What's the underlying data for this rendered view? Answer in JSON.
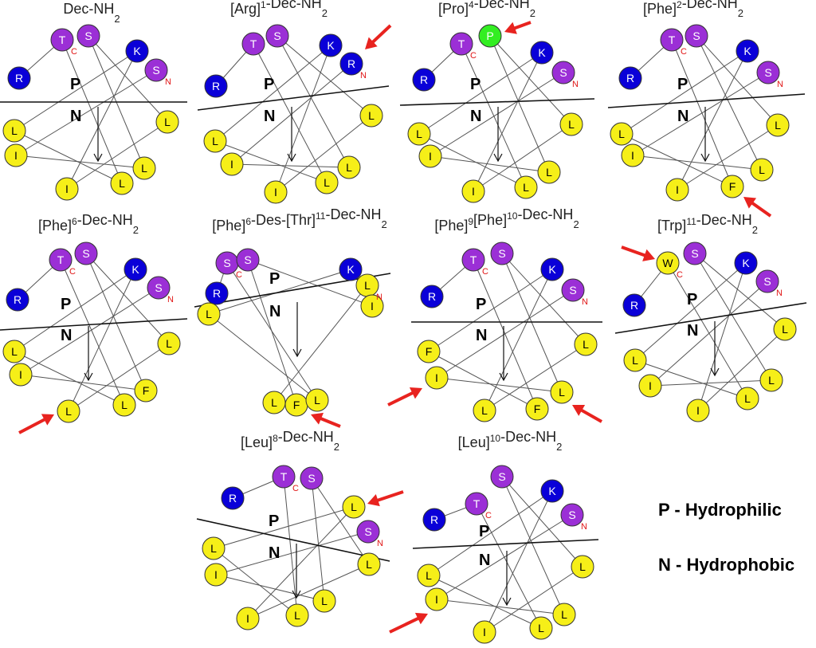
{
  "colors": {
    "basic": "#0a00d8",
    "polar": "#9b2fd6",
    "hydrophobic": "#f6ef18",
    "proline": "#33ee22",
    "arrow": "#e8231f",
    "terminal_label": "#e01515",
    "line": "#555555"
  },
  "panels": [
    {
      "title": "Dec-NH",
      "title_sup": "",
      "title_rest": "",
      "title_sub": "2",
      "residues": [
        "T",
        "S",
        "K",
        "S",
        "R",
        "L",
        "L",
        "I",
        "L",
        "L",
        "I"
      ],
      "terminals": {
        "C": "T",
        "N": "S"
      },
      "hemisphere_top": "P",
      "hemisphere_bottom": "N"
    },
    {
      "title": "[Arg]",
      "title_sup": "1",
      "title_rest": "-Dec-NH",
      "title_sub": "2",
      "residues": [
        "T",
        "S",
        "K",
        "R",
        "R",
        "L",
        "L",
        "I",
        "L",
        "L",
        "I"
      ],
      "terminals": {
        "N": "R"
      },
      "hemisphere_top": "P",
      "hemisphere_bottom": "N"
    },
    {
      "title": "[Pro]",
      "title_sup": "4",
      "title_rest": "-Dec-NH",
      "title_sub": "2",
      "residues": [
        "T",
        "P",
        "K",
        "S",
        "R",
        "L",
        "L",
        "I",
        "L",
        "L",
        "I"
      ],
      "terminals": {
        "C": "T",
        "N": "S"
      },
      "hemisphere_top": "P",
      "hemisphere_bottom": "N"
    },
    {
      "title": "[Phe]",
      "title_sup": "2",
      "title_rest": "-Dec-NH",
      "title_sub": "2",
      "residues": [
        "T",
        "S",
        "K",
        "S",
        "R",
        "L",
        "L",
        "I",
        "L",
        "F",
        "I"
      ],
      "terminals": {
        "C": "T",
        "N": "S"
      },
      "hemisphere_top": "P",
      "hemisphere_bottom": "N"
    },
    {
      "title": "[Phe]",
      "title_sup": "6",
      "title_rest": "-Dec-NH",
      "title_sub": "2",
      "residues": [
        "T",
        "S",
        "K",
        "S",
        "R",
        "L",
        "L",
        "I",
        "F",
        "L",
        "L"
      ],
      "terminals": {
        "C": "T",
        "N": "S"
      },
      "hemisphere_top": "P",
      "hemisphere_bottom": "N"
    },
    {
      "title": "[Phe]",
      "title_sup": "6",
      "title_rest": "-Des-[Thr]",
      "title_sup2": "11",
      "title_rest2": "-Dec-NH",
      "title_sub": "2",
      "residues": [
        "S",
        "S",
        "K",
        "L",
        "R",
        "I",
        "L",
        "L",
        "F",
        "L"
      ],
      "terminals": {
        "N": "S",
        "C": "I"
      },
      "hemisphere_top": "P",
      "hemisphere_bottom": "N"
    },
    {
      "title": "[Phe]",
      "title_sup": "9",
      "title_rest": "[Phe]",
      "title_sup2": "10",
      "title_rest2": "-Dec-NH",
      "title_sub": "2",
      "residues": [
        "T",
        "S",
        "K",
        "S",
        "R",
        "L",
        "F",
        "I",
        "L",
        "F",
        "L"
      ],
      "terminals": {
        "C": "T",
        "N": "S"
      },
      "hemisphere_top": "P",
      "hemisphere_bottom": "N"
    },
    {
      "title": "[Trp]",
      "title_sup": "11",
      "title_rest": "-Dec-NH",
      "title_sub": "2",
      "residues": [
        "W",
        "S",
        "K",
        "S",
        "R",
        "L",
        "L",
        "I",
        "L",
        "L",
        "I"
      ],
      "terminals": {
        "C": "W",
        "N": "S"
      },
      "hemisphere_top": "P",
      "hemisphere_bottom": "N"
    },
    {
      "title": "[Leu]",
      "title_sup": "8",
      "title_rest": "-Dec-NH",
      "title_sub": "2",
      "residues": [
        "T",
        "S",
        "L",
        "S",
        "R",
        "L",
        "L",
        "I",
        "L",
        "L",
        "I"
      ],
      "terminals": {
        "C": "T",
        "N": "S"
      },
      "hemisphere_top": "P",
      "hemisphere_bottom": "N"
    },
    {
      "title": "[Leu]",
      "title_sup": "10",
      "title_rest": "-Dec-NH",
      "title_sub": "2",
      "residues": [
        "T",
        "S",
        "K",
        "S",
        "R",
        "L",
        "L",
        "I",
        "L",
        "L",
        "I"
      ],
      "terminals": {
        "C": "T",
        "N": "S"
      },
      "hemisphere_top": "P",
      "hemisphere_bottom": "N"
    }
  ],
  "legend": {
    "p_line": "P - Hydrophilic",
    "n_line": "N - Hydrophobic"
  }
}
